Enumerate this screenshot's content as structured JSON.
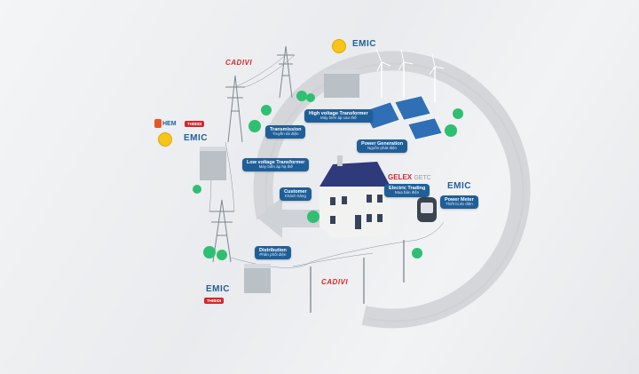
{
  "labels": {
    "high_voltage": {
      "title": "High voltage Transformer",
      "subtitle": "Máy biến áp cao thế"
    },
    "transmission": {
      "title": "Transmission",
      "subtitle": "Truyền tải điện"
    },
    "power_generation": {
      "title": "Power Generation",
      "subtitle": "Nguồn phát điện"
    },
    "low_voltage": {
      "title": "Low voltage Transformer",
      "subtitle": "Máy biến áp hạ thế"
    },
    "customer": {
      "title": "Customer",
      "subtitle": "Khách hàng"
    },
    "electric_trading": {
      "title": "Electric Trading",
      "subtitle": "Mua bán điện"
    },
    "power_meter": {
      "title": "Power Meter",
      "subtitle": "Thiết bị đo điện"
    },
    "distribution": {
      "title": "Distribution",
      "subtitle": "Phân phối điện"
    }
  },
  "logos": {
    "cadivi": "CADIVI",
    "emic": "EMIC",
    "gelex": "GELEX",
    "getc": "GETC",
    "hem": "HEM",
    "thibidi": "THIBIDI"
  },
  "colors": {
    "label_bg": "#1f5f99",
    "ring": "#d4d6d9",
    "brand_red": "#d6262b",
    "roof": "#2e3a7a"
  }
}
